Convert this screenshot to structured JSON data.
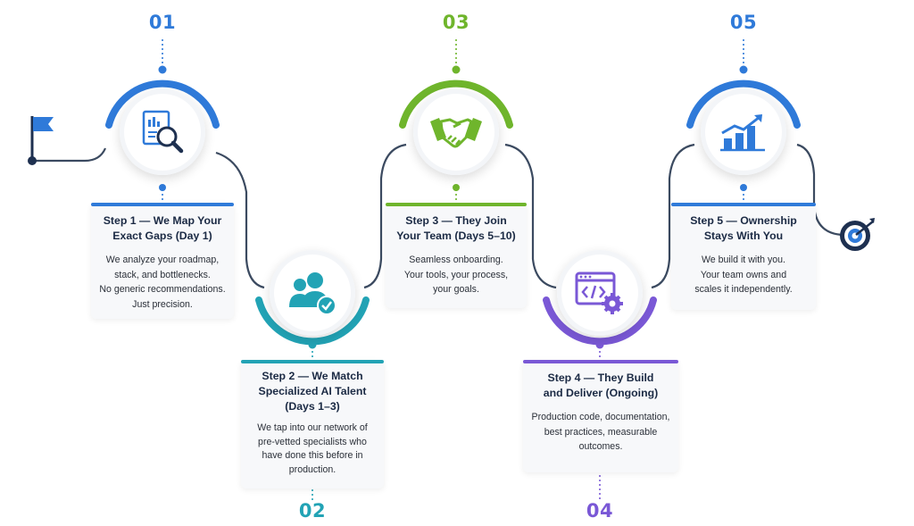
{
  "colors": {
    "blue": "#2f7ad9",
    "teal": "#22a3b5",
    "green": "#6fb52c",
    "purple": "#7a58d6",
    "dark": "#1e3050",
    "connector": "#3b4a60"
  },
  "icons": {
    "start": "flag-icon",
    "step1": "report-magnifier-icon",
    "step2": "users-check-icon",
    "step3": "handshake-icon",
    "step4": "code-gear-icon",
    "step5": "growth-chart-icon",
    "end": "target-icon"
  },
  "steps": [
    {
      "number": "01",
      "title_line1": "Step 1 — We Map Your",
      "title_line2": "Exact Gaps (Day 1)",
      "title_line3": "",
      "desc": [
        "We analyze your roadmap,",
        "stack, and bottlenecks.",
        "No generic recommendations.",
        "Just precision."
      ]
    },
    {
      "number": "02",
      "title_line1": "Step 2 — We Match",
      "title_line2": "Specialized AI Talent",
      "title_line3": "(Days 1–3)",
      "desc": [
        "We tap into our network of",
        "pre-vetted specialists who",
        "have done this before in",
        "production."
      ]
    },
    {
      "number": "03",
      "title_line1": "Step 3 — They Join",
      "title_line2": "Your Team (Days 5–10)",
      "title_line3": "",
      "desc": [
        "Seamless onboarding.",
        "Your tools, your process,",
        "your goals."
      ]
    },
    {
      "number": "04",
      "title_line1": "Step 4 — They Build",
      "title_line2": "and Deliver (Ongoing)",
      "title_line3": "",
      "desc": [
        "Production code, documentation,",
        "best practices, measurable",
        "outcomes."
      ]
    },
    {
      "number": "05",
      "title_line1": "Step 5 — Ownership",
      "title_line2": "Stays With You",
      "title_line3": "",
      "desc": [
        "We build it with you.",
        "Your team owns and",
        "scales it independently."
      ]
    }
  ]
}
